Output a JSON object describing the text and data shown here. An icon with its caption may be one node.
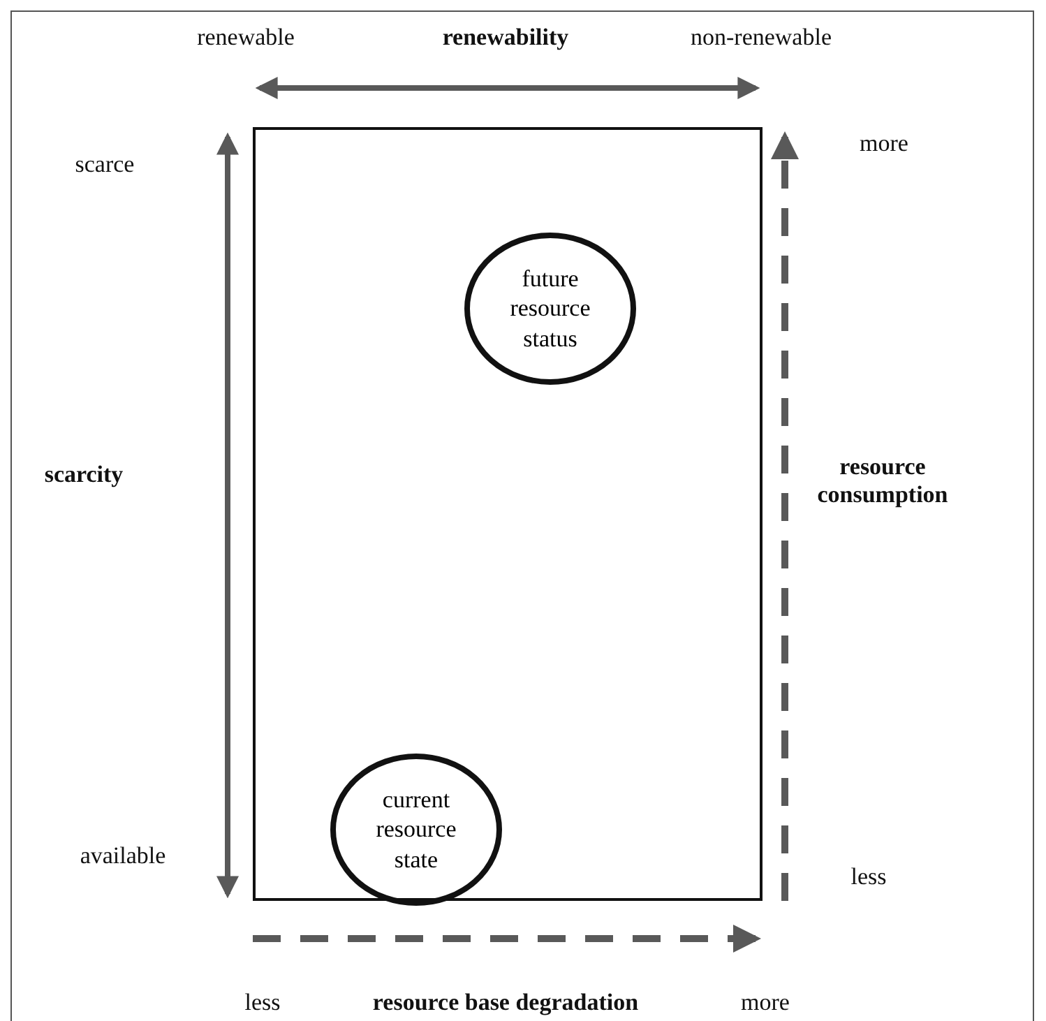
{
  "diagram": {
    "nodes": [
      {
        "text": [],
        "shape": "box"
      },
      {
        "text": [
          "future resource status"
        ],
        "in": 0
      },
      {
        "text": [
          "current resource state"
        ],
        "in": 0
      }
    ],
    "edges": [],
    "labels": [
      "renewable",
      "renewability",
      "non-renewable",
      "scarce",
      "more",
      "scarcity",
      "resource consumption",
      "available",
      "less",
      "less",
      "resource base degradation",
      "more"
    ]
  }
}
